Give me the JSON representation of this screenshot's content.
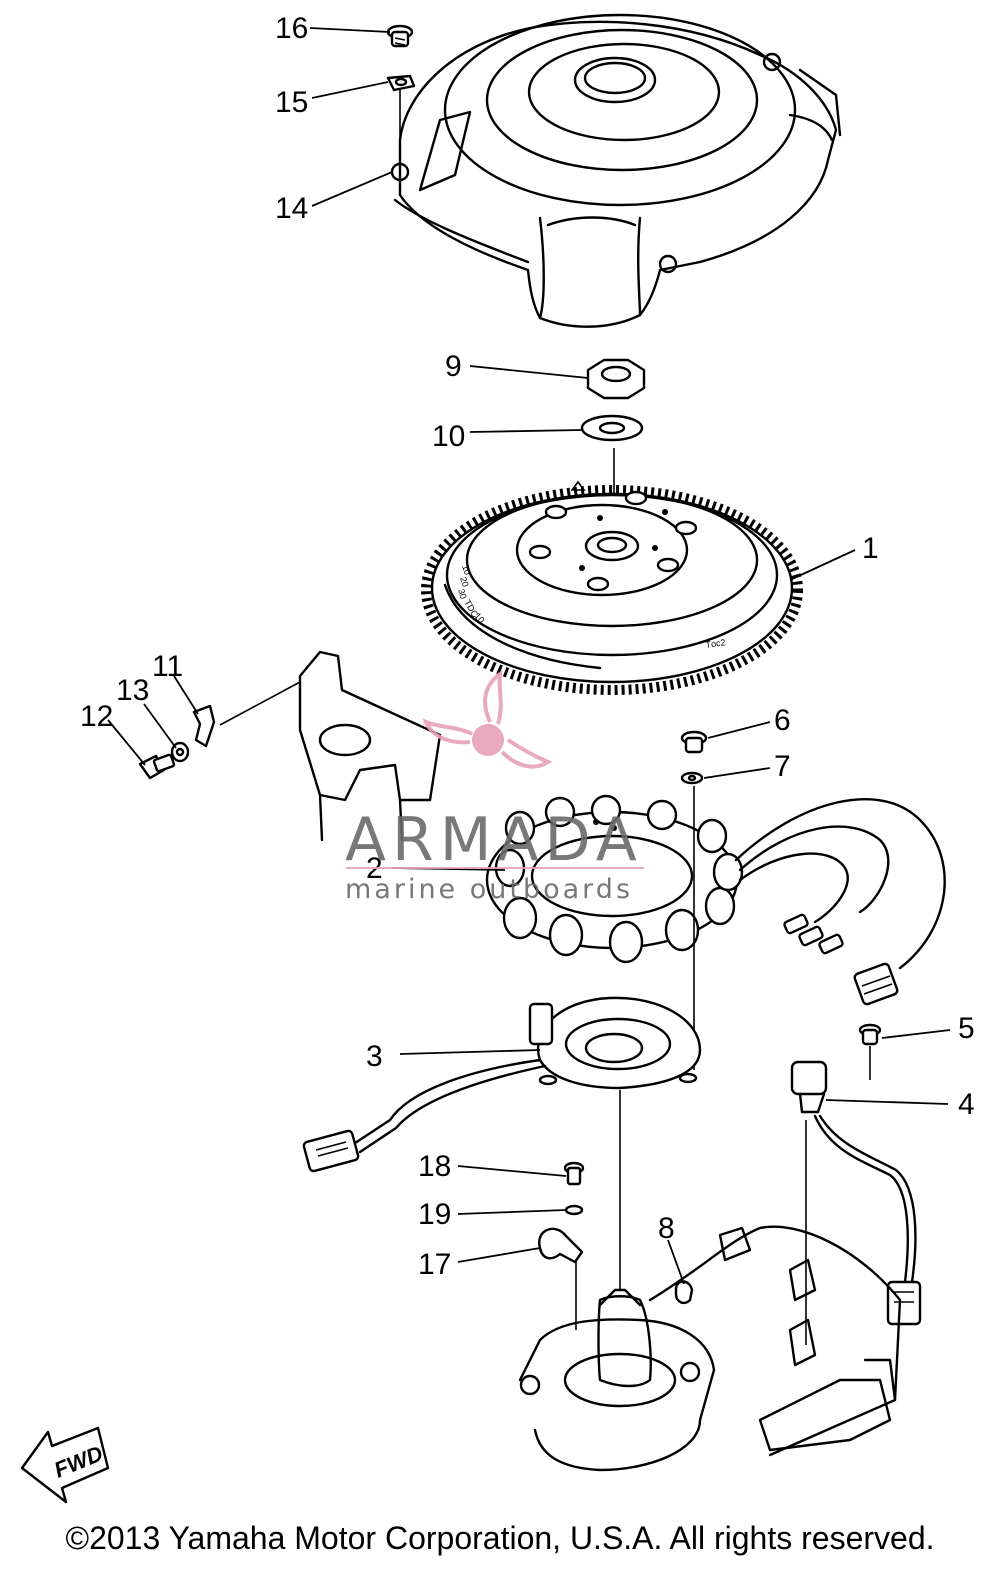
{
  "callouts": [
    {
      "label": "1",
      "part": "flywheel"
    },
    {
      "label": "2",
      "part": "stator"
    },
    {
      "label": "3",
      "part": "pulser-coil-base"
    },
    {
      "label": "4",
      "part": "pulser-unit"
    },
    {
      "label": "5",
      "part": "screw"
    },
    {
      "label": "6",
      "part": "screw"
    },
    {
      "label": "7",
      "part": "washer"
    },
    {
      "label": "8",
      "part": "key"
    },
    {
      "label": "9",
      "part": "nut"
    },
    {
      "label": "10",
      "part": "washer"
    },
    {
      "label": "11",
      "part": "bracket"
    },
    {
      "label": "12",
      "part": "bolt"
    },
    {
      "label": "13",
      "part": "washer"
    },
    {
      "label": "14",
      "part": "grommet"
    },
    {
      "label": "15",
      "part": "collar"
    },
    {
      "label": "16",
      "part": "bolt"
    },
    {
      "label": "17",
      "part": "clamp"
    },
    {
      "label": "18",
      "part": "screw"
    },
    {
      "label": "19",
      "part": "washer"
    }
  ],
  "flywheel_marks": [
    "10",
    "20",
    "30",
    "TDC",
    "10"
  ],
  "flywheel_stamp": "Tοc2",
  "direction_indicator": {
    "label": "FWD",
    "icon": "direction-arrow-icon"
  },
  "watermark": {
    "brand": "ARMADA",
    "tagline": "marine outboards",
    "icon": "propeller-logo-icon",
    "color": "#e7a0b8",
    "text_color": "#6a6a6a"
  },
  "copyright": "©2013 Yamaha Motor Corporation, U.S.A. All rights reserved."
}
